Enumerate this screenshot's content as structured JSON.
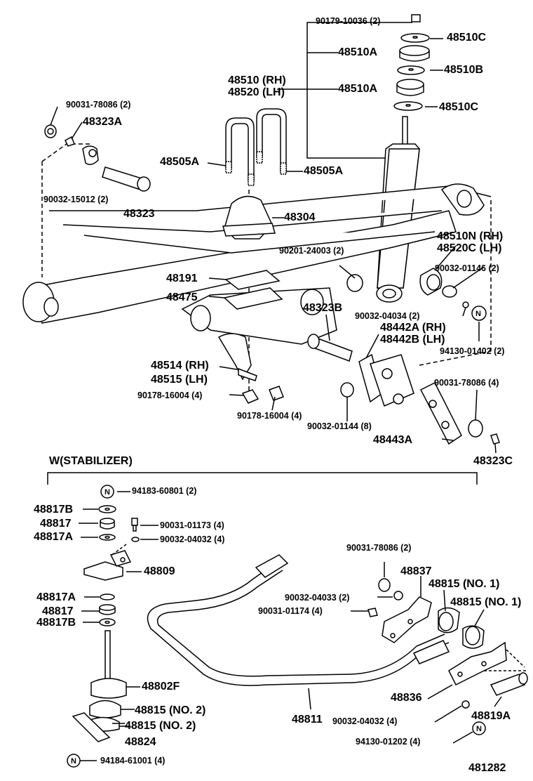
{
  "section_header": "W(STABILIZER)",
  "diagram_id": "481282",
  "circled_mark": "N",
  "labels": {
    "p90179_10036": "90179-10036 (2)",
    "p48510C_top": "48510C",
    "p48510A_1": "48510A",
    "p48510B": "48510B",
    "p48510_rh": "48510 (RH)",
    "p48520_lh": "48520 (LH)",
    "p48510A_2": "48510A",
    "p48510C_2": "48510C",
    "p90031_78086_a": "90031-78086 (2)",
    "p48323A": "48323A",
    "p48505A_l": "48505A",
    "p48505A_r": "48505A",
    "p90032_15012": "90032-15012 (2)",
    "p48323": "48323",
    "p48304": "48304",
    "p48510N": "48510N (RH)",
    "p48520C": "48520C (LH)",
    "p90201_24003": "90201-24003 (2)",
    "p90032_01146": "90032-01146 (2)",
    "p48191": "48191",
    "p48475": "48475",
    "p48323B": "48323B",
    "p90032_04034": "90032-04034 (2)",
    "p48442A": "48442A (RH)",
    "p48442B": "48442B (LH)",
    "p94130_01402": "94130-01402 (2)",
    "p48514": "48514 (RH)",
    "p48515": "48515 (LH)",
    "p90031_78086_b": "90031-78086 (4)",
    "p90178_16004_a": "90178-16004 (4)",
    "p90178_16004_b": "90178-16004 (4)",
    "p90032_01144": "90032-01144 (8)",
    "p48443A": "48443A",
    "p48323C": "48323C",
    "p94183_60801": "94183-60801 (2)",
    "p48817B_1": "48817B",
    "p48817_1": "48817",
    "p48817A_1": "48817A",
    "p90031_01173": "90031-01173 (4)",
    "p90032_04032_a": "90032-04032 (4)",
    "p48809": "48809",
    "p90031_78086_c": "90031-78086 (2)",
    "p48837": "48837",
    "p48815_no1_a": "48815 (NO. 1)",
    "p48815_no1_b": "48815 (NO. 1)",
    "p90032_04033": "90032-04033 (2)",
    "p90031_01174": "90031-01174 (4)",
    "p48817A_2": "48817A",
    "p48817_2": "48817",
    "p48817B_2": "48817B",
    "p48802F": "48802F",
    "p48815_no2_a": "48815 (NO. 2)",
    "p48815_no2_b": "48815 (NO. 2)",
    "p48824": "48824",
    "p94184_61001": "94184-61001 (4)",
    "p48836": "48836",
    "p48811": "48811",
    "p90032_04032_b": "90032-04032 (4)",
    "p48819A": "48819A",
    "p94130_01202": "94130-01202 (4)"
  }
}
